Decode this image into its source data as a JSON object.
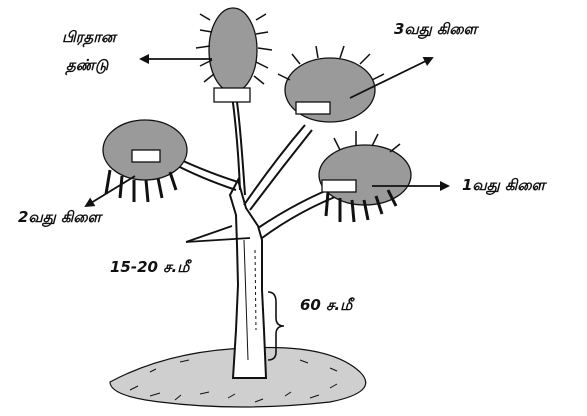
{
  "labels": {
    "main_stem_line1": "பிரதான",
    "main_stem_line2": "தண்டு",
    "branch_third": "3வது கிளை",
    "branch_first": "1வது கிளை",
    "branch_second": "2வது கிளை",
    "graft_length": "15-20 ச.மீ",
    "stem_height": "60 ச.மீ"
  },
  "colors": {
    "ink": "#111111",
    "paper": "#ffffff"
  }
}
